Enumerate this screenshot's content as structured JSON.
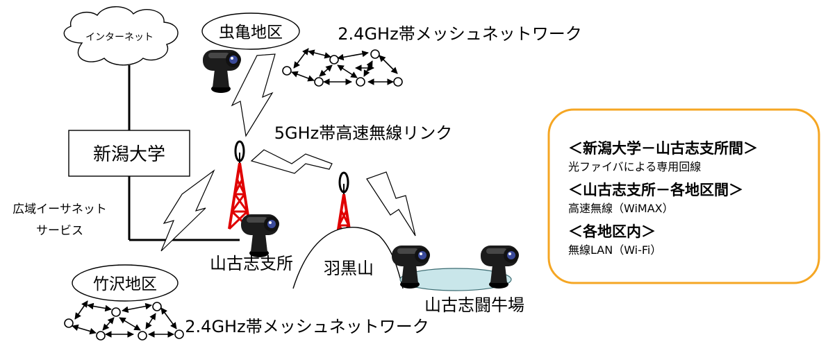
{
  "nodes": {
    "internet": "インターネット",
    "niigata_univ": "新潟大学",
    "wide_area_ethernet": [
      "広域イーサネット",
      "サービス"
    ],
    "mushigame": "虫亀地区",
    "mesh_top": "2.4GHz帯メッシュネットワーク",
    "link_5ghz": "5GHz帯高速無線リンク",
    "yamakoshi_branch": "山古志支所",
    "takezawa": "竹沢地区",
    "mesh_bottom": "2.4GHz帯メッシュネットワーク",
    "haguroyama": "羽黒山",
    "bullfight": "山古志闘牛場"
  },
  "info_box": {
    "sections": [
      {
        "heading": "＜新潟大学－山古志支所間＞",
        "desc": "光ファイバによる専用回線"
      },
      {
        "heading": "＜山古志支所－各地区間＞",
        "desc": "高速無線（WiMAX）"
      },
      {
        "heading": "＜各地区内＞",
        "desc": "無線LAN（Wi-Fi）"
      }
    ]
  },
  "colors": {
    "tower": "#e00000",
    "box_border": "#f5a623",
    "pond": "#c9e6ea",
    "camera": "#1c1c1c"
  }
}
